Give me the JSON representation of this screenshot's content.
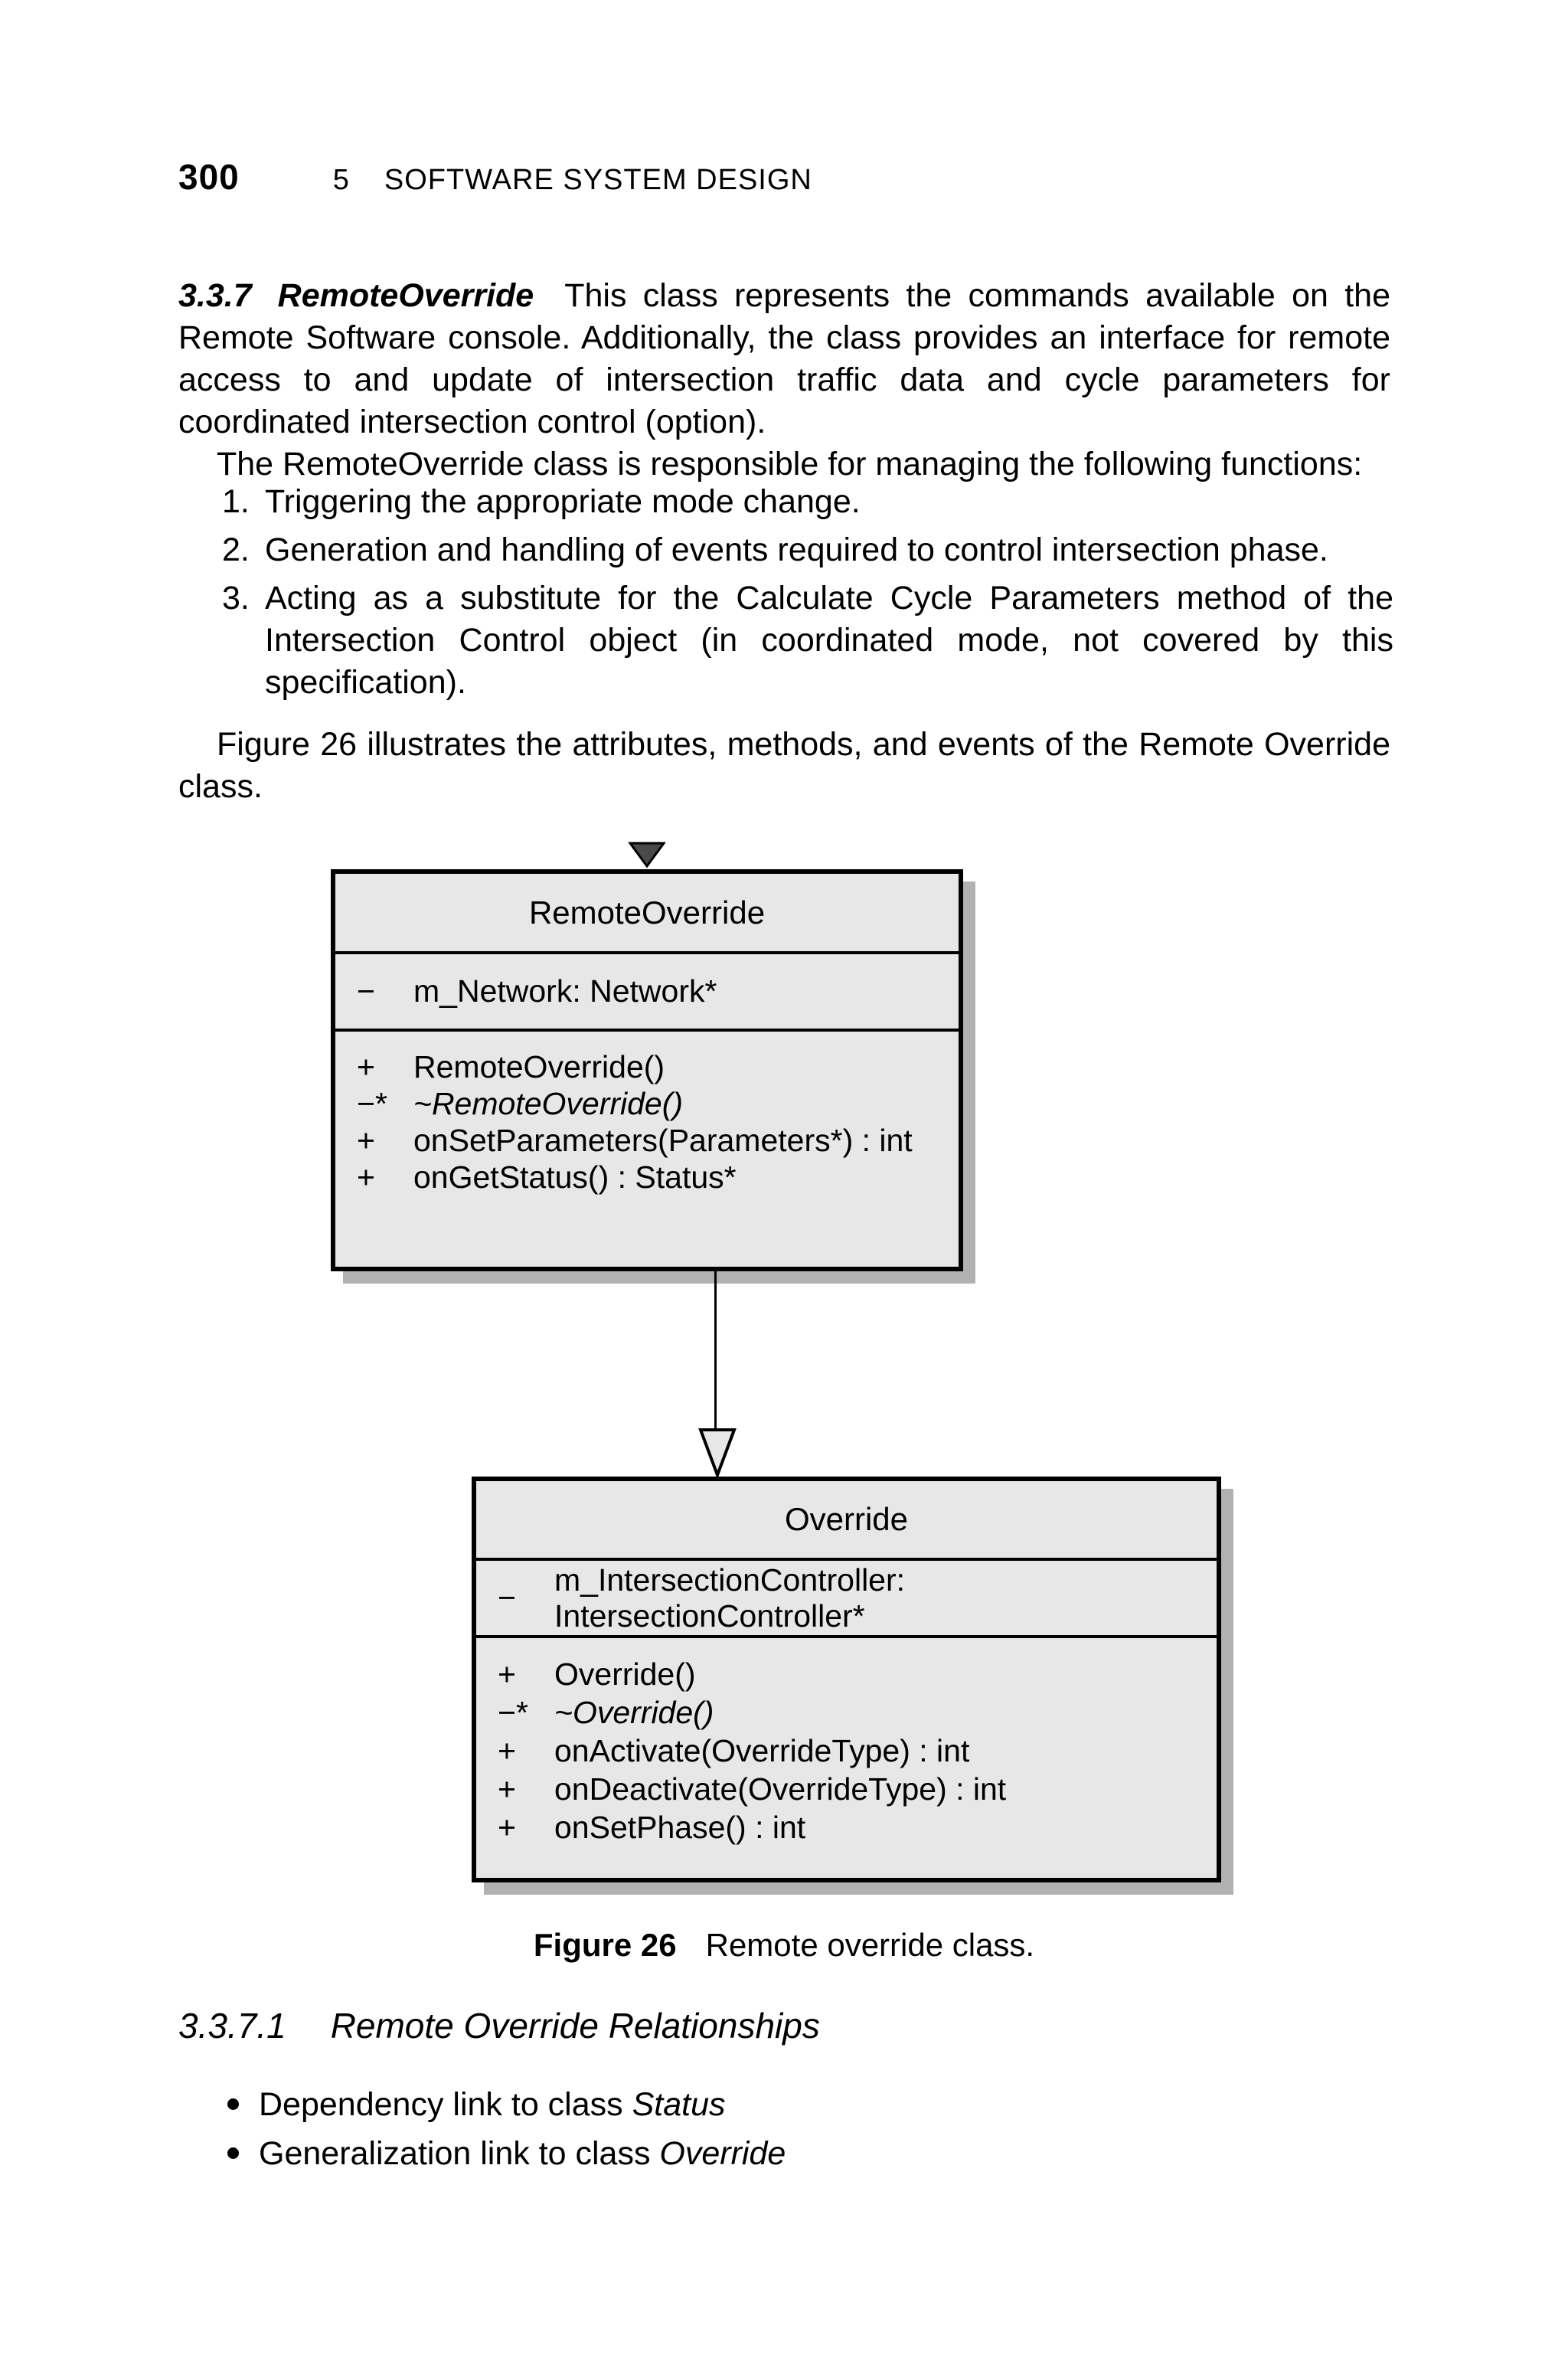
{
  "runhead": {
    "page_number": "300",
    "chapter_number": "5",
    "chapter_title": "SOFTWARE SYSTEM DESIGN"
  },
  "section": {
    "number": "3.3.7",
    "title": "RemoteOverride",
    "intro": "This class represents the commands available on the Remote Software console. Additionally, the class provides an interface for remote access to and update of intersection traffic data and cycle parameters for coordinated intersection control (option).",
    "responsibility_lead": "The RemoteOverride class is responsible for managing the following functions:",
    "functions": [
      {
        "num": "1.",
        "text": "Triggering the appropriate mode change."
      },
      {
        "num": "2.",
        "text": "Generation and handling of events required to control intersection phase."
      },
      {
        "num": "3.",
        "text": "Acting as a substitute for the Calculate Cycle Parameters method of the Intersection Control object (in coordinated mode, not covered by this specification)."
      }
    ],
    "figure_ref": "Figure 26 illustrates the attributes, methods, and events of the Remote Override class."
  },
  "diagram": {
    "classes": [
      {
        "name": "RemoteOverride",
        "attributes": [
          {
            "prefix": "−",
            "text": "m_Network:  Network*"
          }
        ],
        "methods": [
          {
            "prefix": "+",
            "text": "RemoteOverride()"
          },
          {
            "prefix": "−*",
            "text": "~RemoteOverride()"
          },
          {
            "prefix": "+",
            "text": "onSetParameters(Parameters*) : int"
          },
          {
            "prefix": "+",
            "text": "onGetStatus() : Status*"
          }
        ]
      },
      {
        "name": "Override",
        "attributes": [
          {
            "prefix": "−",
            "text": "m_IntersectionController:  IntersectionController*"
          }
        ],
        "methods": [
          {
            "prefix": "+",
            "text": "Override()"
          },
          {
            "prefix": "−*",
            "text": "~Override()"
          },
          {
            "prefix": "+",
            "text": "onActivate(OverrideType) : int"
          },
          {
            "prefix": "+",
            "text": "onDeactivate(OverrideType) : int"
          },
          {
            "prefix": "+",
            "text": "onSetPhase() : int"
          }
        ]
      }
    ],
    "colors": {
      "box_fill": "#e7e7e7",
      "box_border": "#000000",
      "shadow": "#b1b1b1",
      "dependency_arrow_fill": "#4a4a4a"
    }
  },
  "caption": {
    "label": "Figure 26",
    "text": "Remote override class."
  },
  "subsection": {
    "number": "3.3.7.1",
    "title": "Remote Override Relationships"
  },
  "relationships": [
    {
      "lead": "Dependency link to class ",
      "target": "Status"
    },
    {
      "lead": "Generalization link to class ",
      "target": "Override"
    }
  ]
}
